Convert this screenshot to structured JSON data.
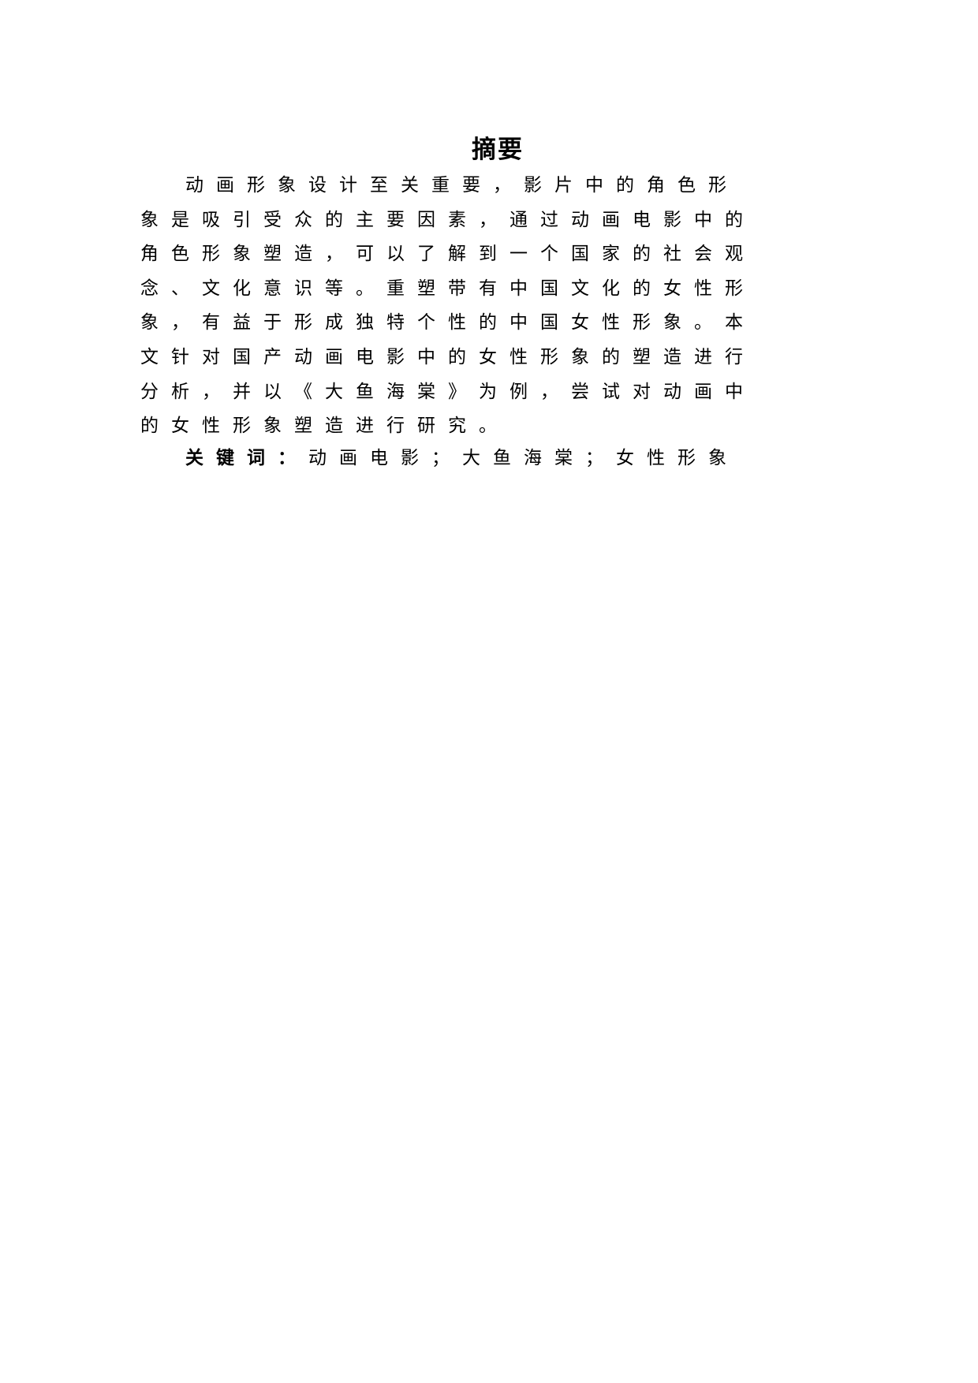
{
  "document": {
    "title": "摘要",
    "abstract_lines": [
      "动画形象设计至关重要，影片中的角色形",
      "象是吸引受众的主要因素，通过动画电影中的",
      "角色形象塑造，可以了解到一个国家的社会观",
      "念、文化意识等。重塑带有中国文化的女性形",
      "象，有益于形成独特个性的中国女性形象。本",
      "文针对国产动画电影中的女性形象的塑造进行",
      "分析，并以《大鱼海棠》为例，尝试对动画中",
      "的女性形象塑造进行研究。"
    ],
    "keywords_label": "关键词：",
    "keywords": "动画电影；大鱼海棠；女性形象"
  }
}
